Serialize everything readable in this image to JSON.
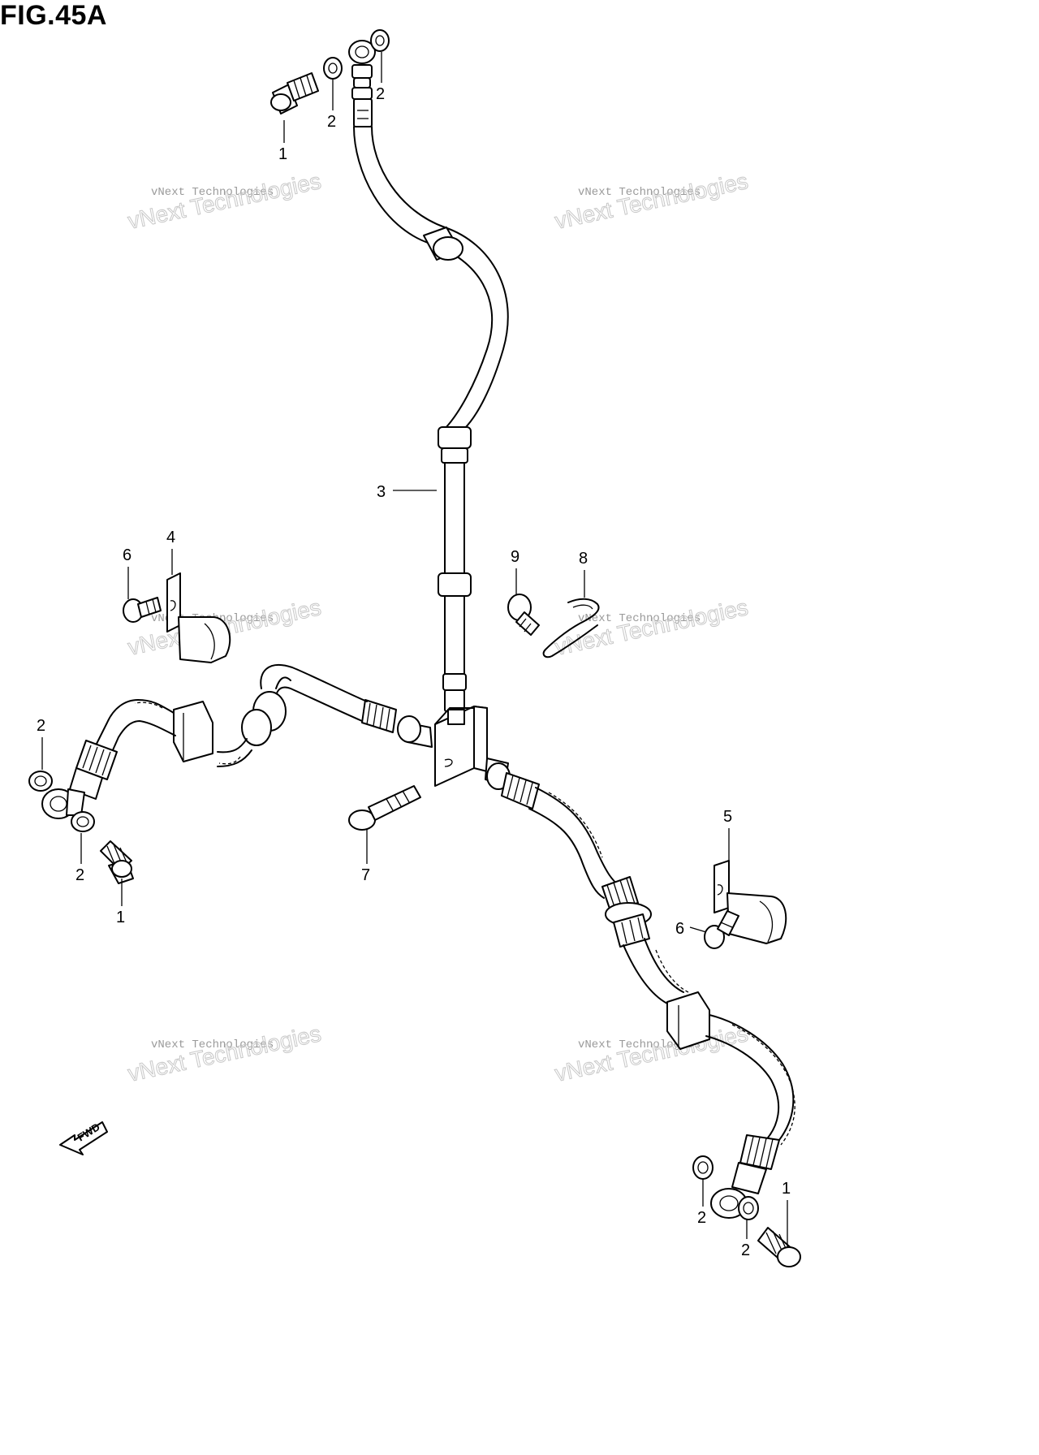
{
  "figure": {
    "title": "FIG.45A"
  },
  "callouts": [
    {
      "id": "c1a",
      "label": "1"
    },
    {
      "id": "c2a",
      "label": "2"
    },
    {
      "id": "c2b",
      "label": "2"
    },
    {
      "id": "c3",
      "label": "3"
    },
    {
      "id": "c4",
      "label": "4"
    },
    {
      "id": "c6a",
      "label": "6"
    },
    {
      "id": "c9",
      "label": "9"
    },
    {
      "id": "c8",
      "label": "8"
    },
    {
      "id": "c2c",
      "label": "2"
    },
    {
      "id": "c2d",
      "label": "2"
    },
    {
      "id": "c1b",
      "label": "1"
    },
    {
      "id": "c7",
      "label": "7"
    },
    {
      "id": "c5",
      "label": "5"
    },
    {
      "id": "c6b",
      "label": "6"
    },
    {
      "id": "c1c",
      "label": "1"
    },
    {
      "id": "c2e",
      "label": "2"
    },
    {
      "id": "c2f",
      "label": "2"
    }
  ],
  "watermark": {
    "small": "vNext Technologies",
    "big": "vNext Technologies"
  },
  "fwd_label": "FWD"
}
